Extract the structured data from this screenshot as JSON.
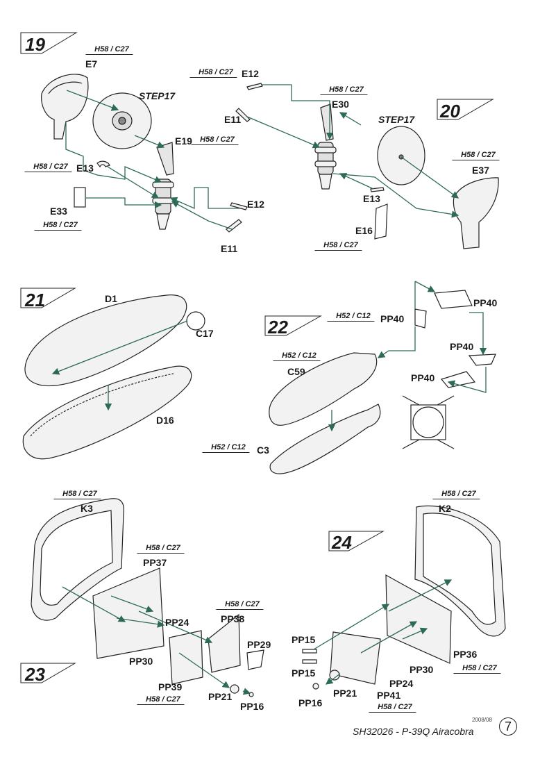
{
  "footer": {
    "date": "2008/08",
    "title": "SH32026 - P-39Q Airacobra",
    "page": "7"
  },
  "steps": [
    {
      "number": "19",
      "labels": [
        "E7",
        "STEP17",
        "E19",
        "E13",
        "E33",
        "E12",
        "E11"
      ],
      "codes": [
        "H58 / C27",
        "H58 / C27",
        "H58 / C27",
        "H58 / C27"
      ]
    },
    {
      "number": "20",
      "labels": [
        "E12",
        "E11",
        "E30",
        "STEP17",
        "E37",
        "E13",
        "E16"
      ],
      "codes": [
        "H58 / C27",
        "H58 / C27",
        "H58 / C27",
        "H58 / C27"
      ]
    },
    {
      "number": "21",
      "labels": [
        "D1",
        "C17",
        "D16"
      ]
    },
    {
      "number": "22",
      "labels": [
        "PP40",
        "PP40",
        "PP40",
        "PP40",
        "C59",
        "C3"
      ],
      "codes": [
        "H52 / C12",
        "H52 / C12",
        "H52 / C12"
      ]
    },
    {
      "number": "23",
      "labels": [
        "K3",
        "PP37",
        "PP24",
        "PP38",
        "PP29",
        "PP30",
        "PP39",
        "PP21",
        "PP16"
      ],
      "codes": [
        "H58 / C27",
        "H58 / C27",
        "H58 / C27",
        "H58 / C27"
      ]
    },
    {
      "number": "24",
      "labels": [
        "K2",
        "PP15",
        "PP15",
        "PP36",
        "PP30",
        "PP24",
        "PP21",
        "PP41",
        "PP16"
      ],
      "codes": [
        "H58 / C27",
        "H58 / C27",
        "H58 / C27"
      ]
    }
  ]
}
